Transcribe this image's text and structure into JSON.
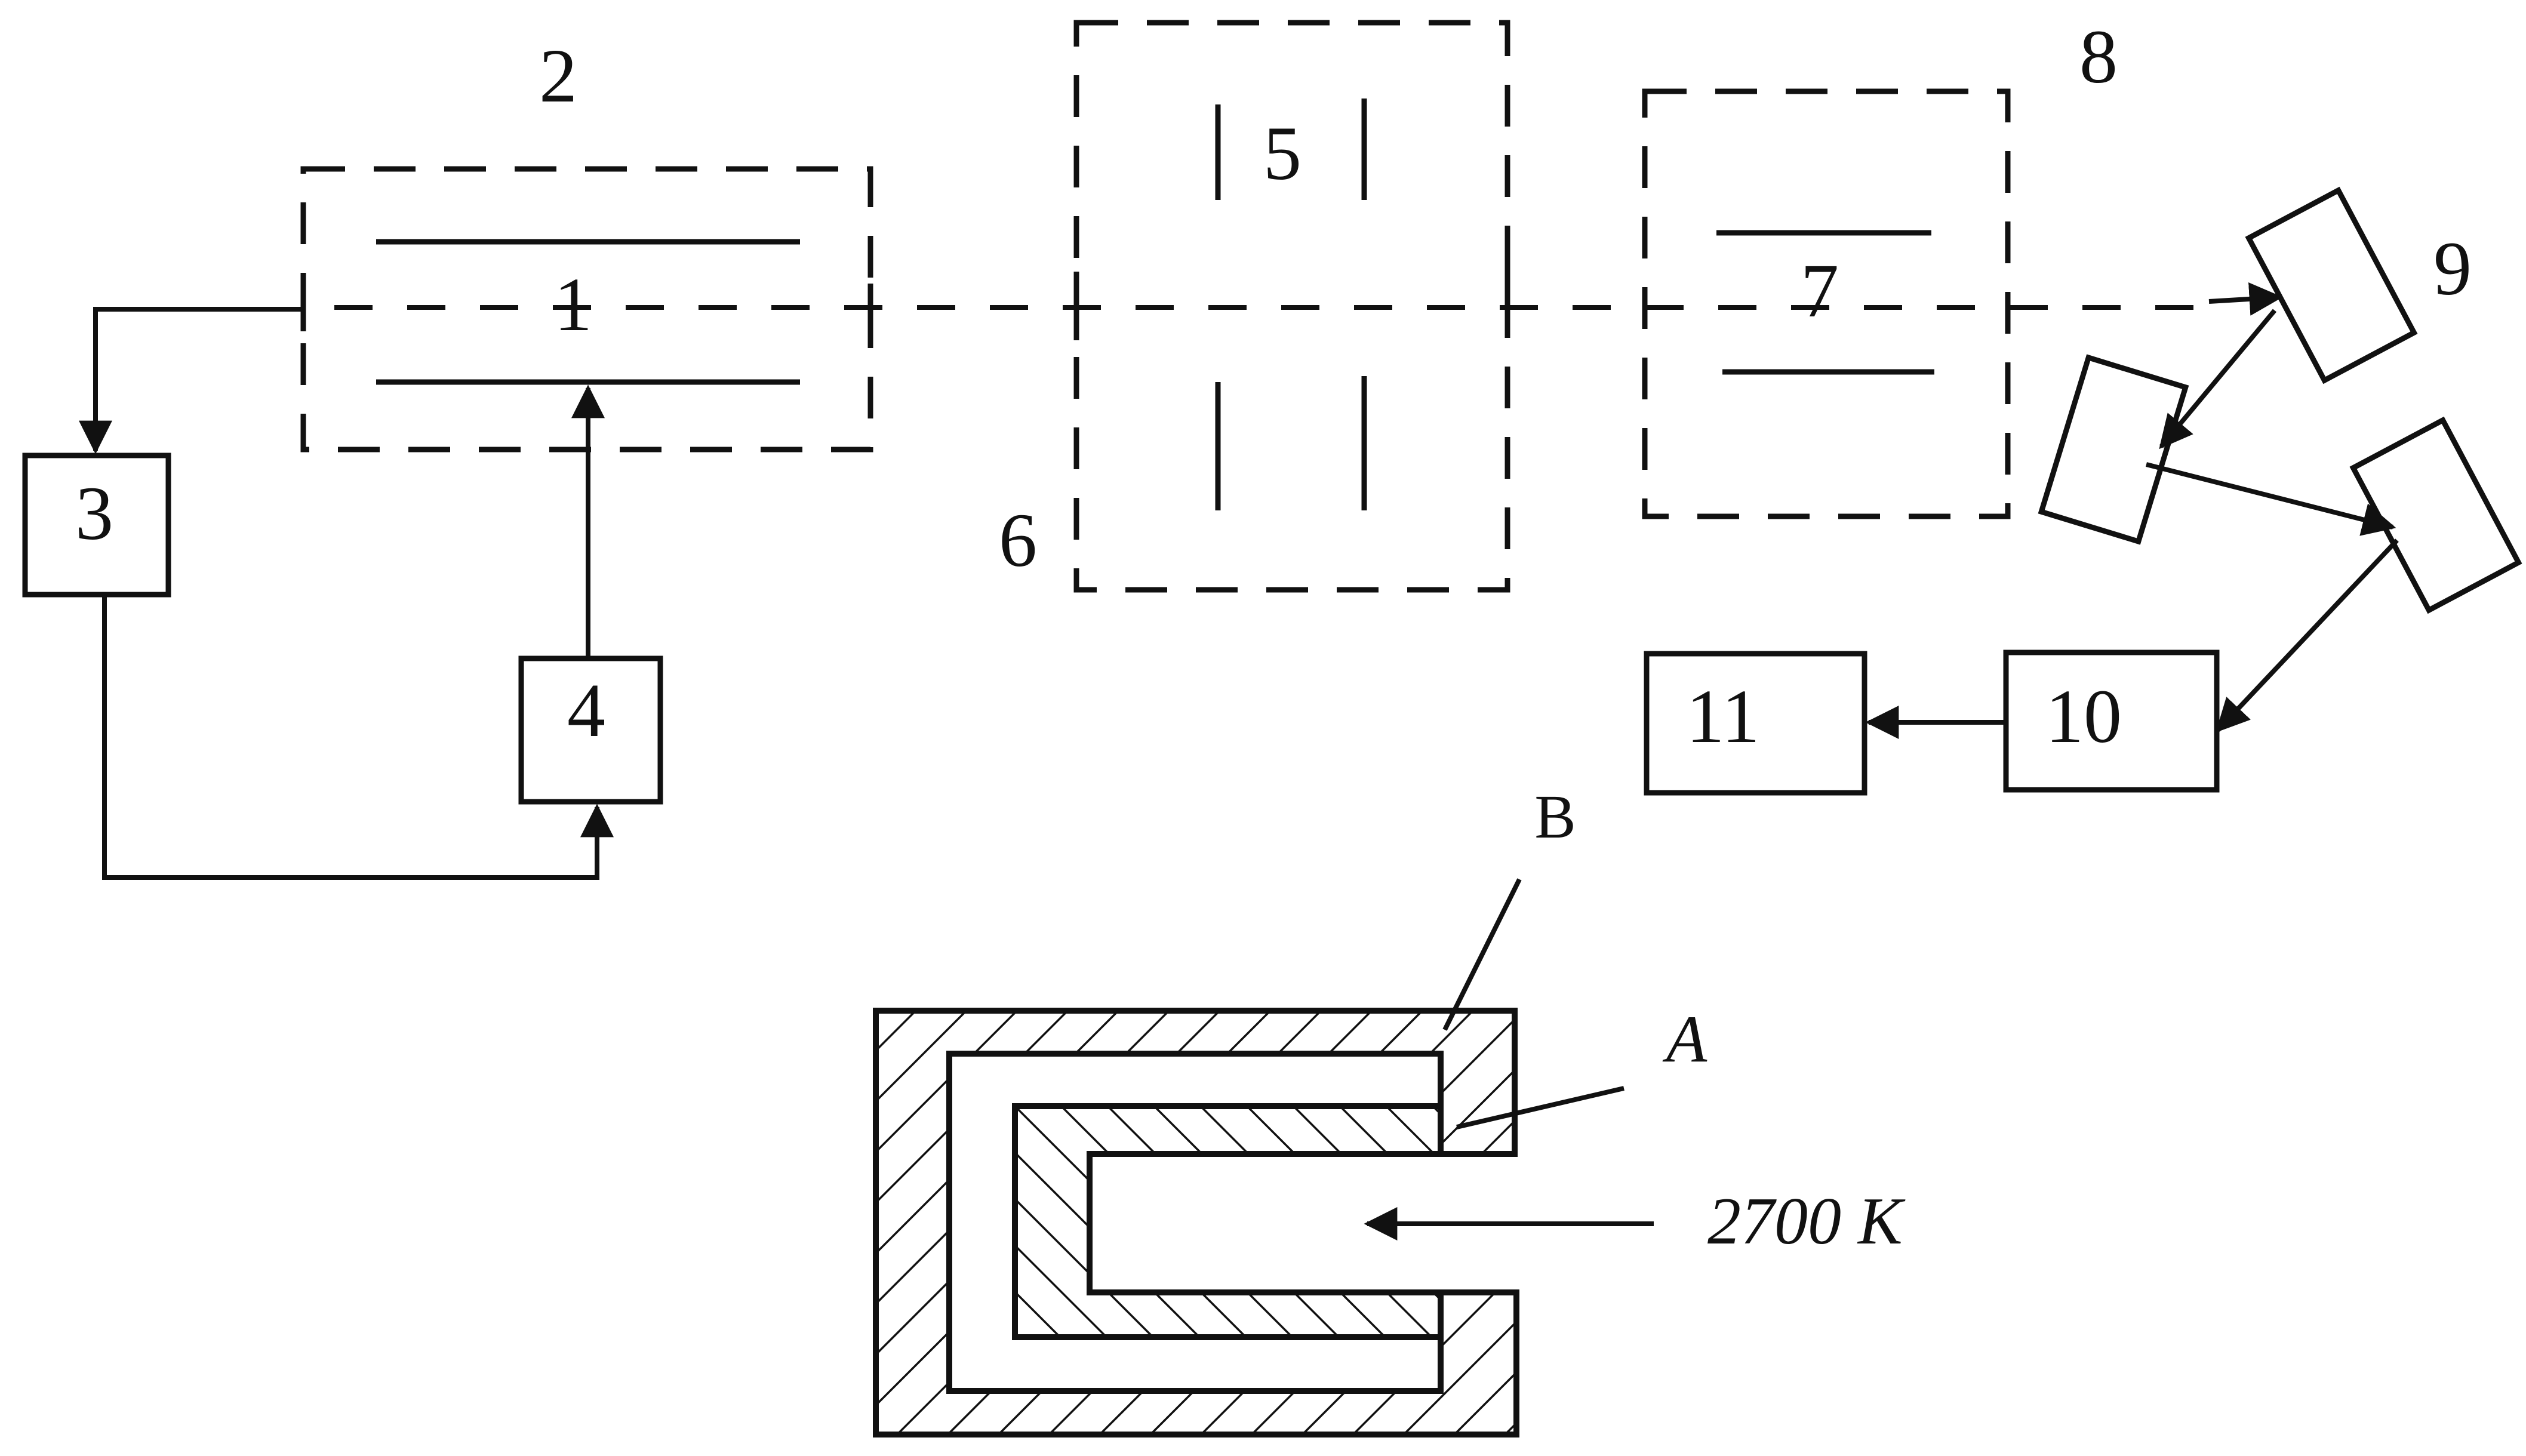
{
  "labels": {
    "n1": "1",
    "n2": "2",
    "n3": "3",
    "n4": "4",
    "n5": "5",
    "n6": "6",
    "n7": "7",
    "n8": "8",
    "n9": "9",
    "n10": "10",
    "n11": "11",
    "layer_a": "A",
    "layer_b": "B",
    "temperature": "2700 K"
  },
  "colors": {
    "ink": "#111111",
    "paper": "#ffffff"
  }
}
